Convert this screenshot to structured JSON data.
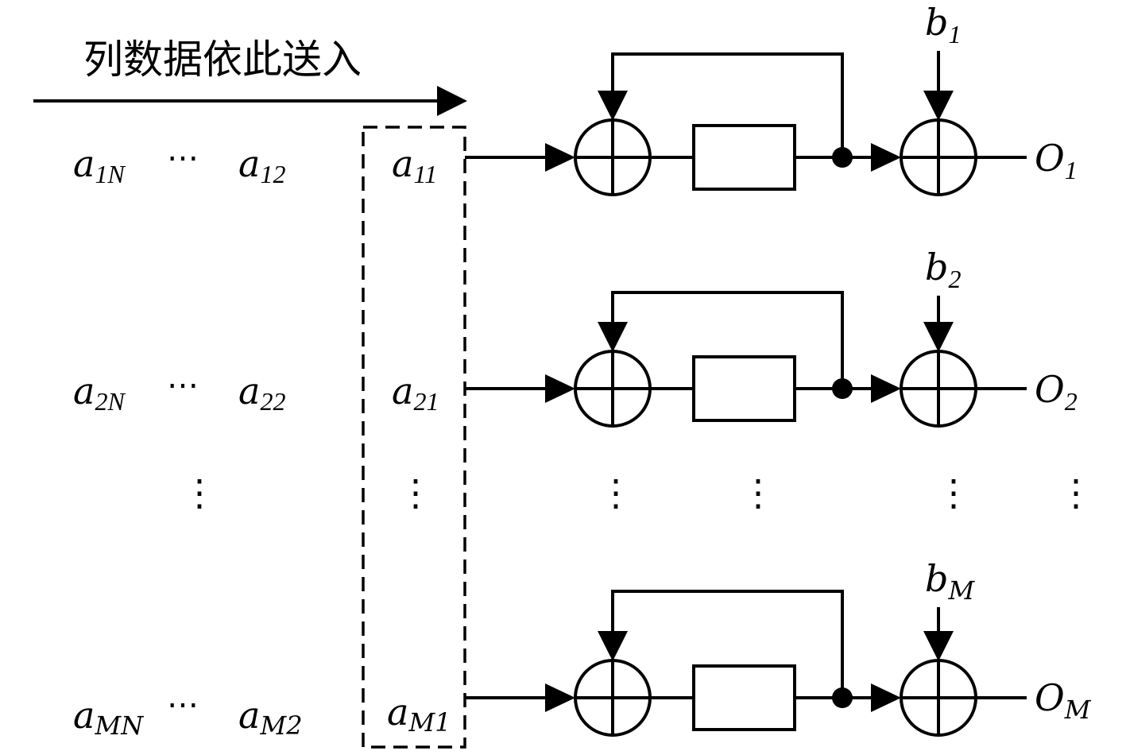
{
  "title": "列数据依此送入",
  "matrix": {
    "row1": {
      "a": "a",
      "sub_last": "1N",
      "sub_2": "12",
      "sub_1": "11"
    },
    "row2": {
      "a": "a",
      "sub_last": "2N",
      "sub_2": "22",
      "sub_1": "21"
    },
    "rowM": {
      "a": "a",
      "sub_last": "MN",
      "sub_2": "M2",
      "sub_1": "M1"
    },
    "hdots": "⋯",
    "vdots": "⋮"
  },
  "channels": [
    {
      "bias": "b",
      "bias_sub": "1",
      "out": "O",
      "out_sub": "1"
    },
    {
      "bias": "b",
      "bias_sub": "2",
      "out": "O",
      "out_sub": "2"
    },
    {
      "bias": "b",
      "bias_sub": "M",
      "out": "O",
      "out_sub": "M"
    }
  ],
  "colors": {
    "stroke": "#000000",
    "background": "#ffffff"
  }
}
